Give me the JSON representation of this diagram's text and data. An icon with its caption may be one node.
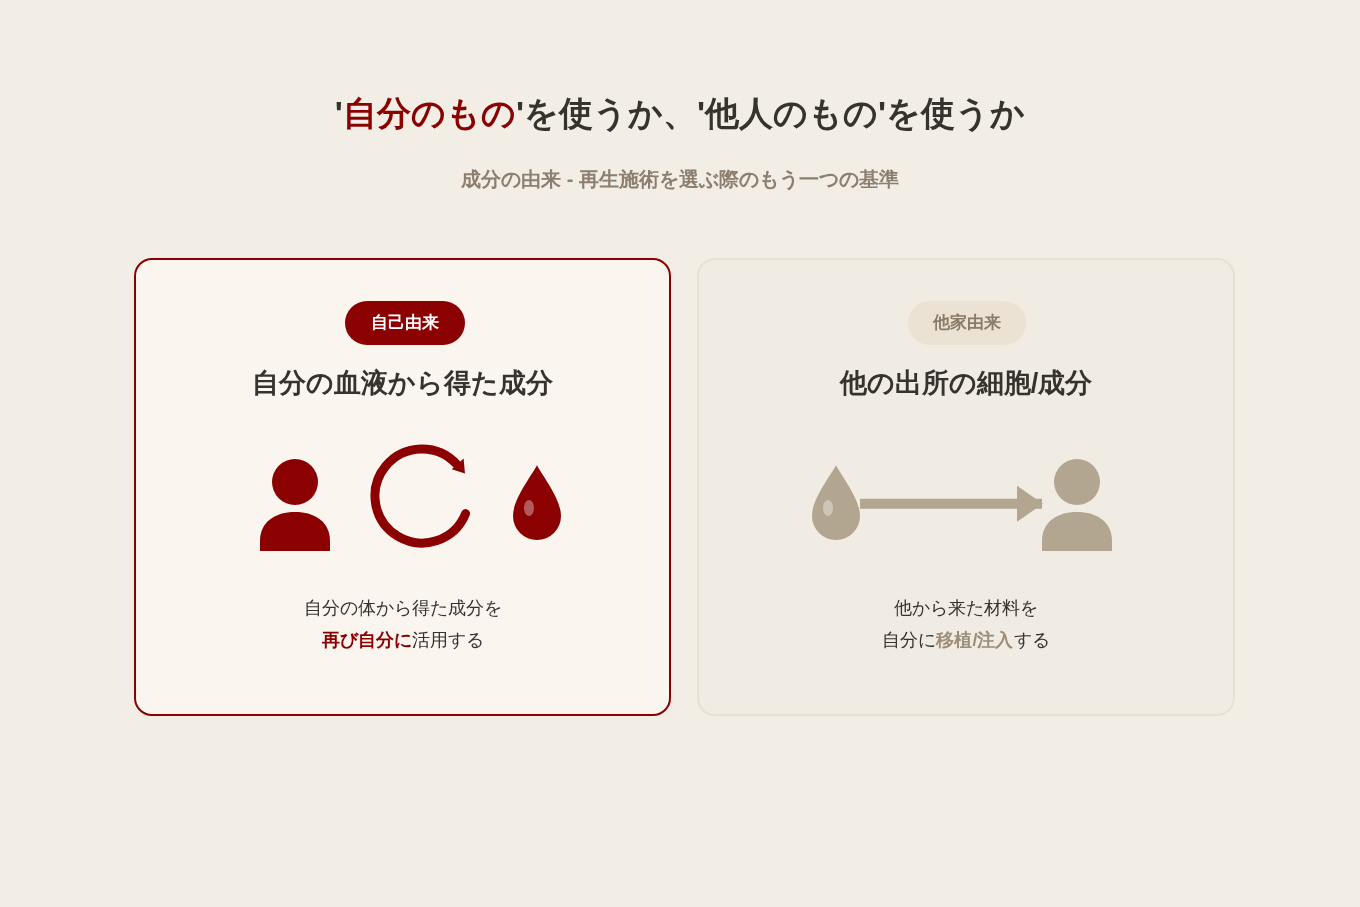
{
  "diagram": {
    "title": "'**自分のもの**'を使うか、'他人のもの'を使うか",
    "nodes": [
      {
        "text": [
          "自分の血液から得た成分",
          "自分の体から得た成分を**再び自分に**活用する"
        ]
      },
      {
        "text": [
          "自己由来"
        ],
        "in": 0
      },
      {
        "text": [],
        "shape": "person",
        "in": 0
      },
      {
        "text": [],
        "shape": "drop",
        "in": 0
      },
      {
        "text": [
          "他の出所の細胞/成分",
          "他から来た材料を自分に**移植/注入**する"
        ]
      },
      {
        "text": [
          "他家由来"
        ],
        "in": 4
      },
      {
        "text": [],
        "shape": "drop",
        "in": 4
      },
      {
        "text": [],
        "shape": "person",
        "in": 4
      }
    ],
    "edges": [
      {
        "from": 6,
        "to": 7,
        "arrow": "to"
      }
    ],
    "labels": [
      "成分の由来 - 再生施術を選ぶ際のもう一つの基準"
    ]
  }
}
